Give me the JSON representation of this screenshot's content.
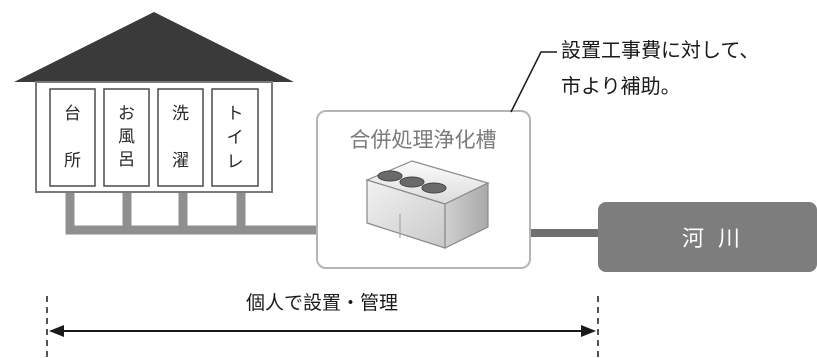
{
  "house": {
    "rooms": [
      {
        "chars": [
          "台",
          "所"
        ]
      },
      {
        "chars": [
          "お",
          "風",
          "呂"
        ]
      },
      {
        "chars": [
          "洗",
          "濯"
        ]
      },
      {
        "chars": [
          "ト",
          "イ",
          "レ"
        ]
      }
    ]
  },
  "tank": {
    "label": "合併処理浄化槽"
  },
  "river": {
    "label": "河川"
  },
  "callout": {
    "line1": "設置工事費に対して、",
    "line2": "市より補助。"
  },
  "span": {
    "label": "個人で設置・管理"
  },
  "colors": {
    "roof": "#3a3a3a",
    "pipe": "#8f8f8f",
    "river": "#7d7d7d",
    "tank_border": "#b5b5b5"
  }
}
